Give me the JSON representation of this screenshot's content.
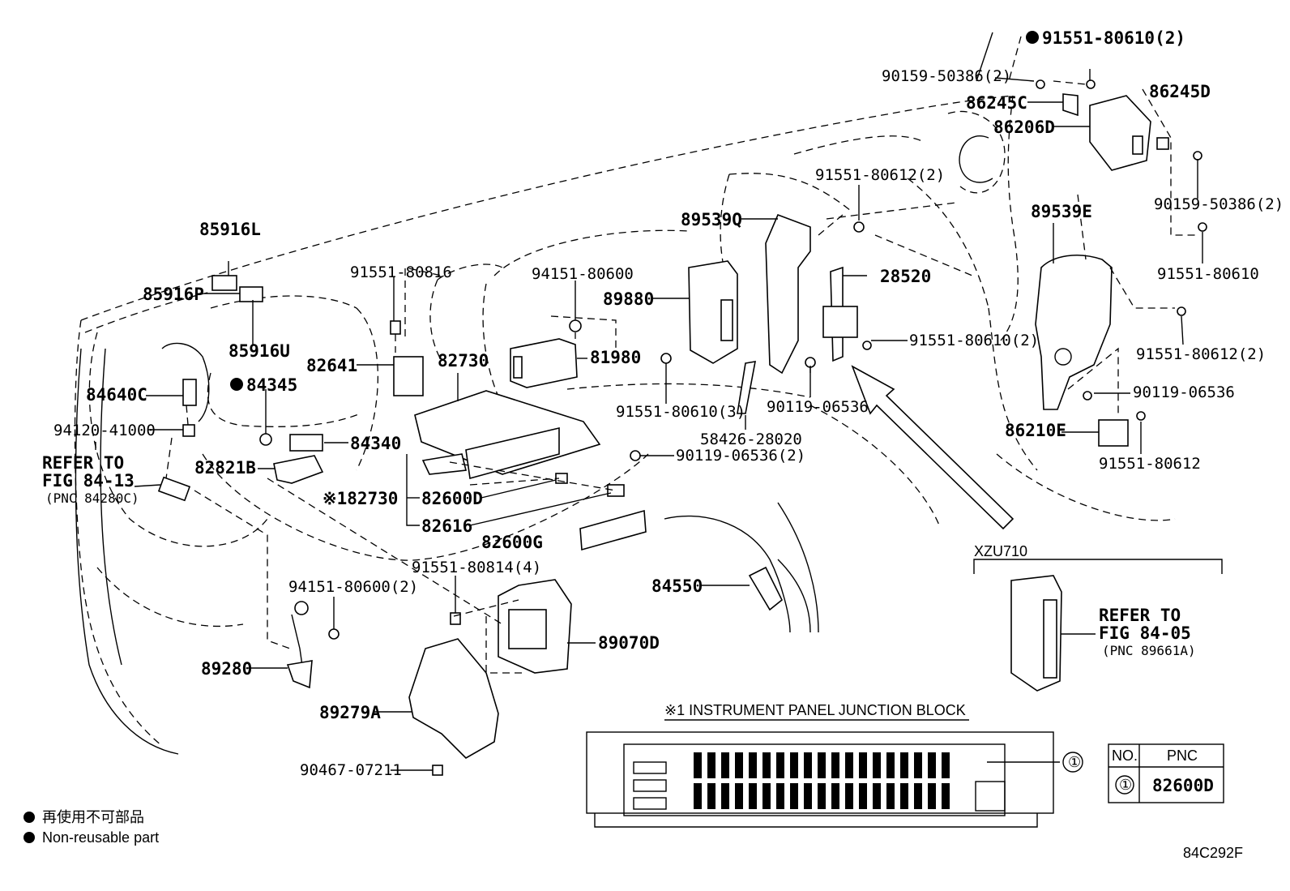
{
  "diagram_code": "84C292F",
  "legend": {
    "jp": "再使用不可部品",
    "en": "Non-reusable part"
  },
  "junction_block": {
    "title": "※1 INSTRUMENT PANEL JUNCTION BLOCK",
    "table_headers": [
      "NO.",
      "PNC"
    ],
    "table_row": {
      "no": "①",
      "pnc": "82600D"
    },
    "callout": "①"
  },
  "variant_box": {
    "label": "XZU710",
    "refer": [
      "REFER TO",
      "FIG 84-05",
      "(PNC 89661A)"
    ]
  },
  "refer_left": [
    "REFER TO",
    "FIG 84-13",
    "(PNC 84280C)"
  ],
  "parts": {
    "p91551_80610_2_top": "91551-80610(2)",
    "p90159_50386_2_top": "90159-50386(2)",
    "p86245C": "86245C",
    "p86206D": "86206D",
    "p86245D": "86245D",
    "p90159_50386_2_right": "90159-50386(2)",
    "p91551_80610_right": "91551-80610",
    "p89539E": "89539E",
    "p91551_80612_2_right": "91551-80612(2)",
    "p90119_06536_right": "90119-06536",
    "p86210E": "86210E",
    "p91551_80612": "91551-80612",
    "p91551_80612_2_mid": "91551-80612(2)",
    "p89539Q": "89539Q",
    "p28520": "28520",
    "p91551_80610_2_mid": "91551-80610(2)",
    "p89880": "89880",
    "p81980": "81980",
    "p94151_80600": "94151-80600",
    "p91551_80816": "91551-80816",
    "p85916L": "85916L",
    "p85916P": "85916P",
    "p85916U": "85916U",
    "p82641": "82641",
    "p82730": "82730",
    "p84345": "84345",
    "p84640C": "84640C",
    "p94120_41000": "94120-41000",
    "p84340": "84340",
    "p82821B": "82821B",
    "p82730_ref": "※182730",
    "p82600D": "82600D",
    "p82616": "82616",
    "p82600G": "82600G",
    "p91551_80610_3": "91551-80610(3)",
    "p58426_28020": "58426-28020",
    "p90119_06536_mid": "90119-06536",
    "p90119_06536_2": "90119-06536(2)",
    "p84550": "84550",
    "p91551_80814_4": "91551-80814(4)",
    "p94151_80600_2": "94151-80600(2)",
    "p89070D": "89070D",
    "p89280": "89280",
    "p89279A": "89279A",
    "p90467_07211": "90467-07211"
  }
}
